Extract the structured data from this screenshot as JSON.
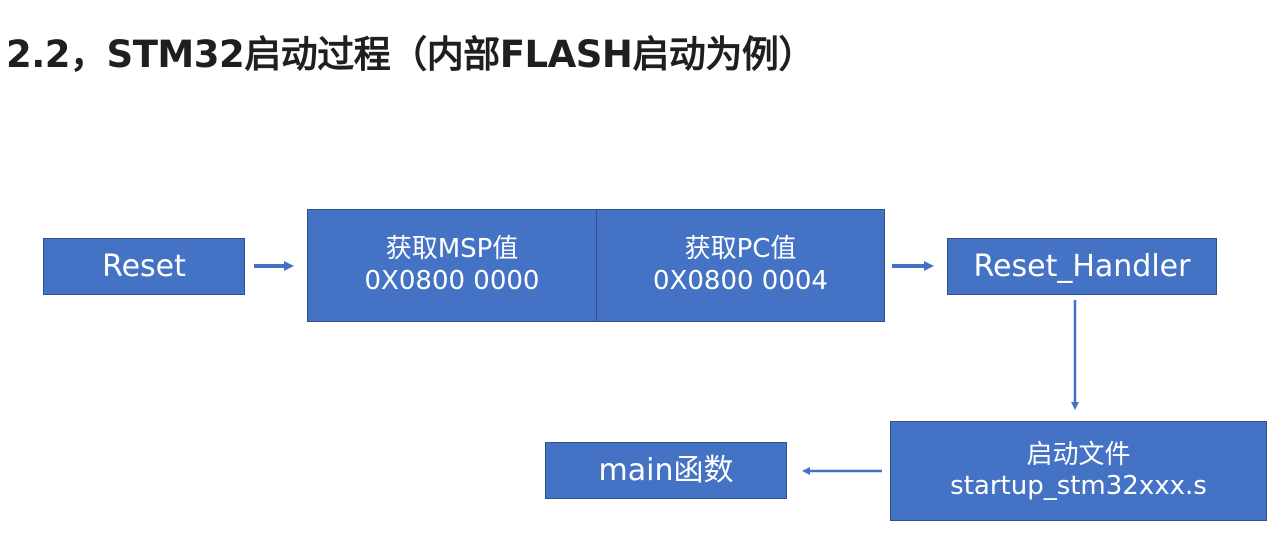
{
  "title": "2.2，STM32启动过程（内部FLASH启动为例）",
  "nodes": {
    "reset": {
      "label": "Reset"
    },
    "msp": {
      "line1": "获取MSP值",
      "line2": "0X0800 0000"
    },
    "pc": {
      "line1": "获取PC值",
      "line2": "0X0800 0004"
    },
    "reset_handler": {
      "label": "Reset_Handler"
    },
    "startup_file": {
      "line1": "启动文件",
      "line2": "startup_stm32xxx.s"
    },
    "main": {
      "label": "main函数"
    }
  },
  "colors": {
    "box_fill": "#4472c4",
    "box_border": "#2f528f",
    "arrow": "#4472c4",
    "title": "#1f1f1f",
    "box_text": "#ffffff"
  }
}
